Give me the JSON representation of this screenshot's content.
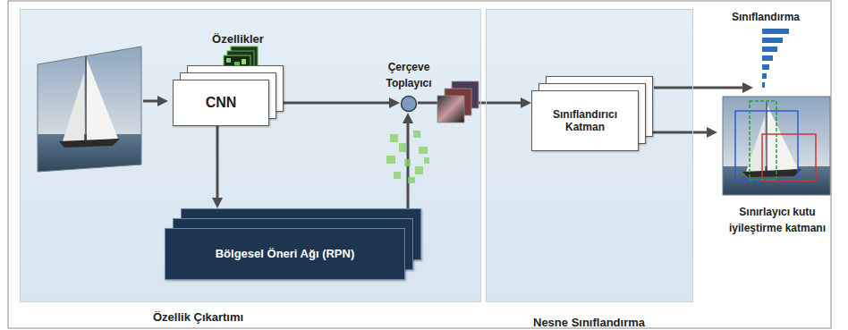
{
  "diagram": {
    "nodes": [
      {
        "text": [
          "Özellik Çıkartımı"
        ]
      },
      {
        "text": [
          "CNN"
        ],
        "in": 0
      },
      {
        "text": [
          "Çerçeve Toplayıcı"
        ],
        "in": 0
      },
      {
        "text": [
          "Bölgesel Öneri Ağı (RPN)"
        ],
        "in": 0
      },
      {
        "text": [
          "Nesne Sınıflandırma"
        ]
      },
      {
        "text": [
          "Sınıflandırıcı Katman"
        ],
        "in": 4
      }
    ],
    "edges": [
      {
        "from": 1,
        "to": 2,
        "arrow": "to"
      },
      {
        "from": 1,
        "to": 3,
        "arrow": "to"
      },
      {
        "from": 3,
        "to": 2,
        "arrow": "to"
      },
      {
        "from": 2,
        "to": 5,
        "arrow": "to"
      }
    ],
    "labels": [
      "Özellikler",
      "Sınıflandırma",
      "Sınırlayıcı kutu iyileştirme katmanı"
    ]
  }
}
